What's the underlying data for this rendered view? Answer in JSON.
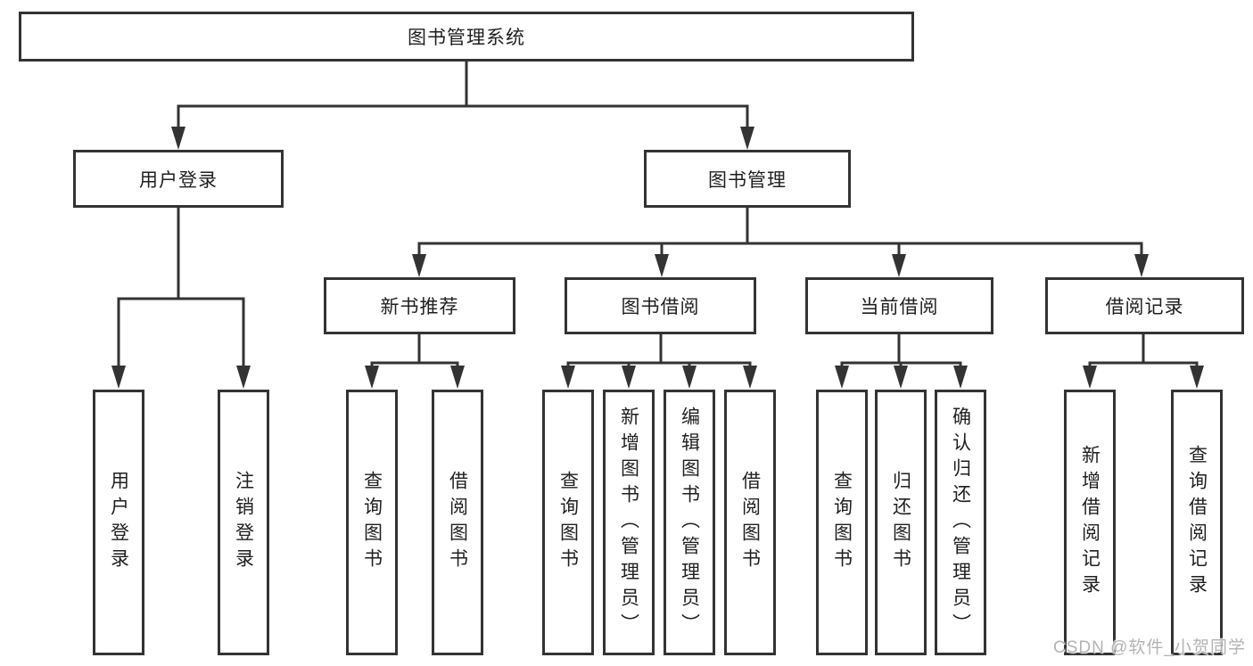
{
  "colors": {
    "line": "#333333",
    "box_border": "#333333",
    "box_background": "#ffffff",
    "text": "#1f1f1f",
    "watermark": "#b3b3b3",
    "page_background": "#ffffff"
  },
  "watermark": {
    "text": "CSDN @软件_小贺同学"
  },
  "tree": {
    "label": "图书管理系统",
    "children": [
      {
        "label": "用户登录",
        "children": [
          {
            "label": "用户登录"
          },
          {
            "label": "注销登录"
          }
        ]
      },
      {
        "label": "图书管理",
        "children": [
          {
            "label": "新书推荐",
            "children": [
              {
                "label": "查询图书"
              },
              {
                "label": "借阅图书"
              }
            ]
          },
          {
            "label": "图书借阅",
            "children": [
              {
                "label": "查询图书"
              },
              {
                "label": "新增图书（管理员）"
              },
              {
                "label": "编辑图书（管理员）"
              },
              {
                "label": "借阅图书"
              }
            ]
          },
          {
            "label": "当前借阅",
            "children": [
              {
                "label": "查询图书"
              },
              {
                "label": "归还图书"
              },
              {
                "label": "确认归还（管理员）"
              }
            ]
          },
          {
            "label": "借阅记录",
            "children": [
              {
                "label": "新增借阅记录"
              },
              {
                "label": "查询借阅记录"
              }
            ]
          }
        ]
      }
    ]
  }
}
